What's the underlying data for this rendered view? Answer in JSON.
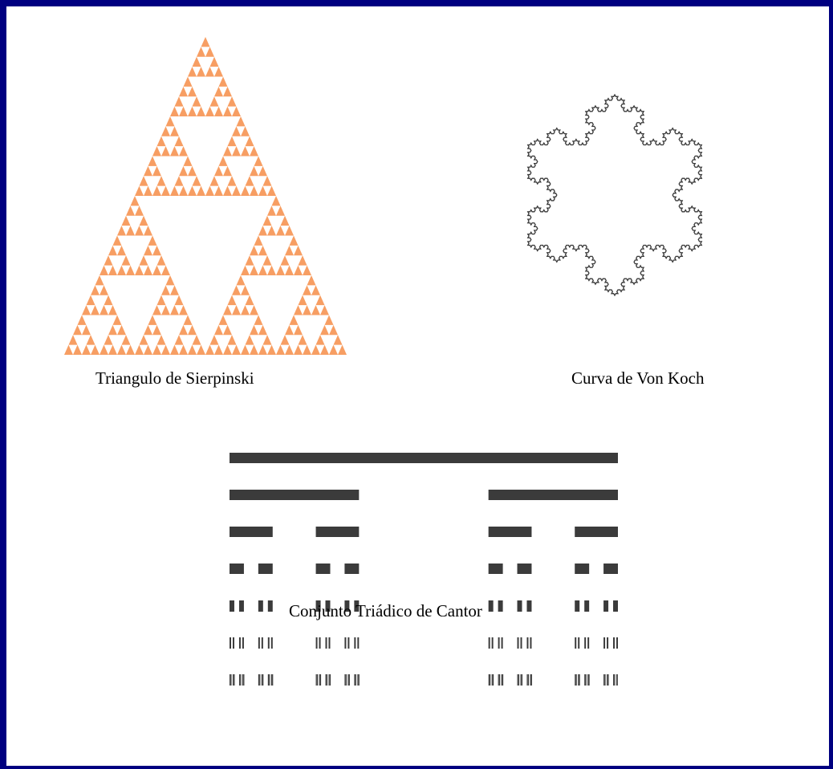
{
  "colors": {
    "frame_border": "#000080",
    "sierpinski_fill": "#f79e63",
    "koch_stroke": "#3a3a3a",
    "cantor_fill": "#3b3b3b"
  },
  "figures": [
    {
      "id": "sierpinski",
      "caption": "Triangulo de Sierpinski",
      "depth": 5
    },
    {
      "id": "koch",
      "caption": "Curva de Von  Koch",
      "depth": 4
    },
    {
      "id": "cantor",
      "caption": "Conjunto Triádico de Cantor",
      "levels": 7
    }
  ]
}
